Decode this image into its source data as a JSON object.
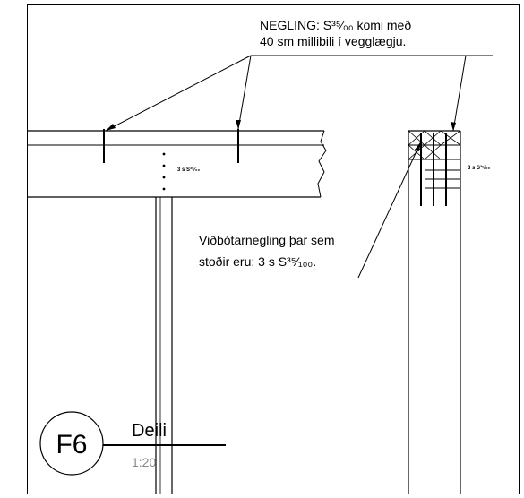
{
  "notes": {
    "nailing_line1": "NEGLING: S³⁵⁄₀₀ komi með",
    "nailing_line2": "40 sm millibili í vegglægju.",
    "extra_line1": "Viðbótarnegling þar sem",
    "extra_line2": "stoðir eru: 3 s S³⁵⁄₁₀₀.",
    "nail_spec_left": "3 s S³⁵⁄₀₀",
    "nail_spec_right": "3 s S³⁵⁄₀₀"
  },
  "title_block": {
    "detail_tag": "F6",
    "title": "Deili",
    "scale": "1:20"
  },
  "colors": {
    "line": "#000000",
    "scale_text": "#888888"
  }
}
